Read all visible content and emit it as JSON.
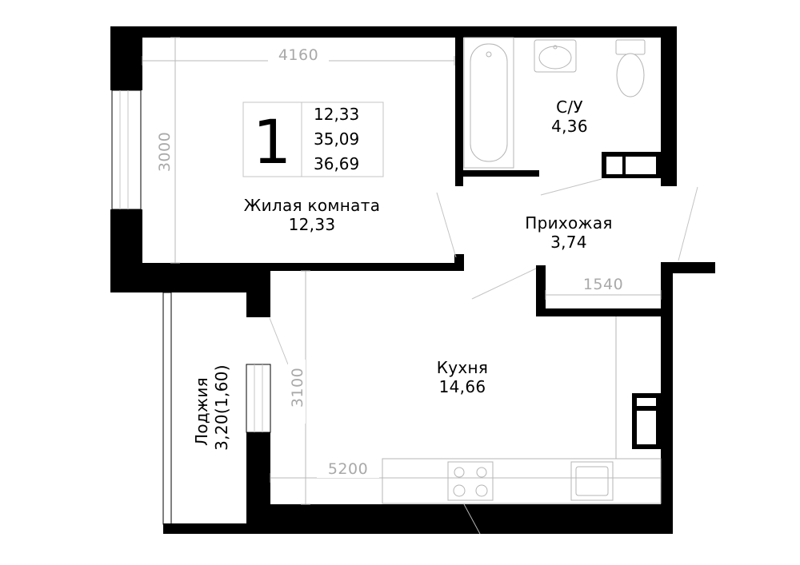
{
  "apartment": {
    "rooms_count": "1",
    "area_living": "12,33",
    "area_total": "35,09",
    "area_with_loggia": "36,69"
  },
  "rooms": {
    "living": {
      "name": "Жилая комната",
      "area": "12,33"
    },
    "bathroom": {
      "name": "С/У",
      "area": "4,36"
    },
    "hallway": {
      "name": "Прихожая",
      "area": "3,74"
    },
    "kitchen": {
      "name": "Кухня",
      "area": "14,66"
    },
    "loggia": {
      "name": "Лоджия",
      "area": "3,20(1,60)"
    }
  },
  "dimensions": {
    "living_width": "4160",
    "living_depth": "3000",
    "kitchen_depth": "3100",
    "kitchen_width": "5200",
    "hallway_width": "1540"
  },
  "colors": {
    "wall": "#000000",
    "dimension": "#a9a9a9",
    "fixture": "#b4b4b4"
  }
}
